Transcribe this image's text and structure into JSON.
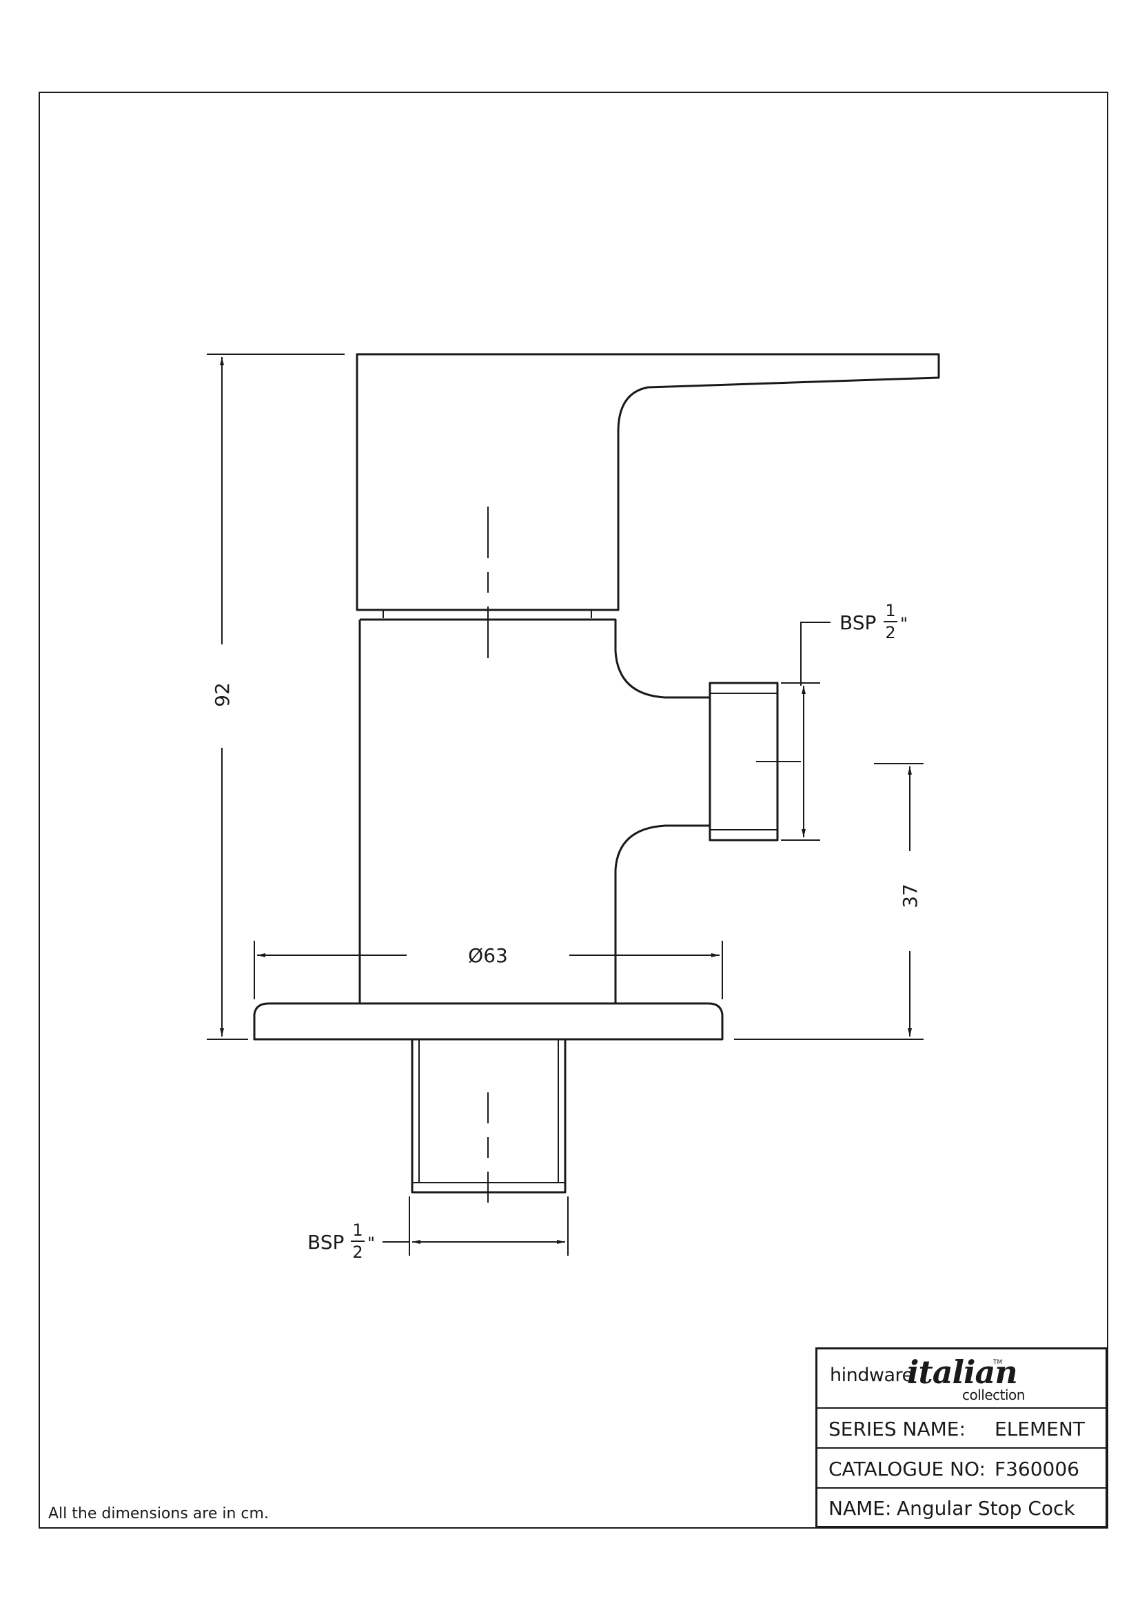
{
  "dimensions": {
    "height": "92",
    "outlet_height": "37",
    "base_diameter": "Ø63",
    "outlet_thread": {
      "prefix": "BSP",
      "numerator": "1",
      "denominator": "2",
      "unit": "\""
    },
    "inlet_thread": {
      "prefix": "BSP",
      "numerator": "1",
      "denominator": "2",
      "unit": "\""
    }
  },
  "note": "All the dimensions are in cm.",
  "title_block": {
    "logo": {
      "brand": "hindware",
      "script": "italian",
      "tm": "TM",
      "sub": "collection"
    },
    "series_label": "SERIES NAME:",
    "series_value": "ELEMENT",
    "catalogue_label": "CATALOGUE NO:",
    "catalogue_value": "F360006",
    "name_label": "NAME:",
    "name_value": "Angular Stop Cock"
  }
}
